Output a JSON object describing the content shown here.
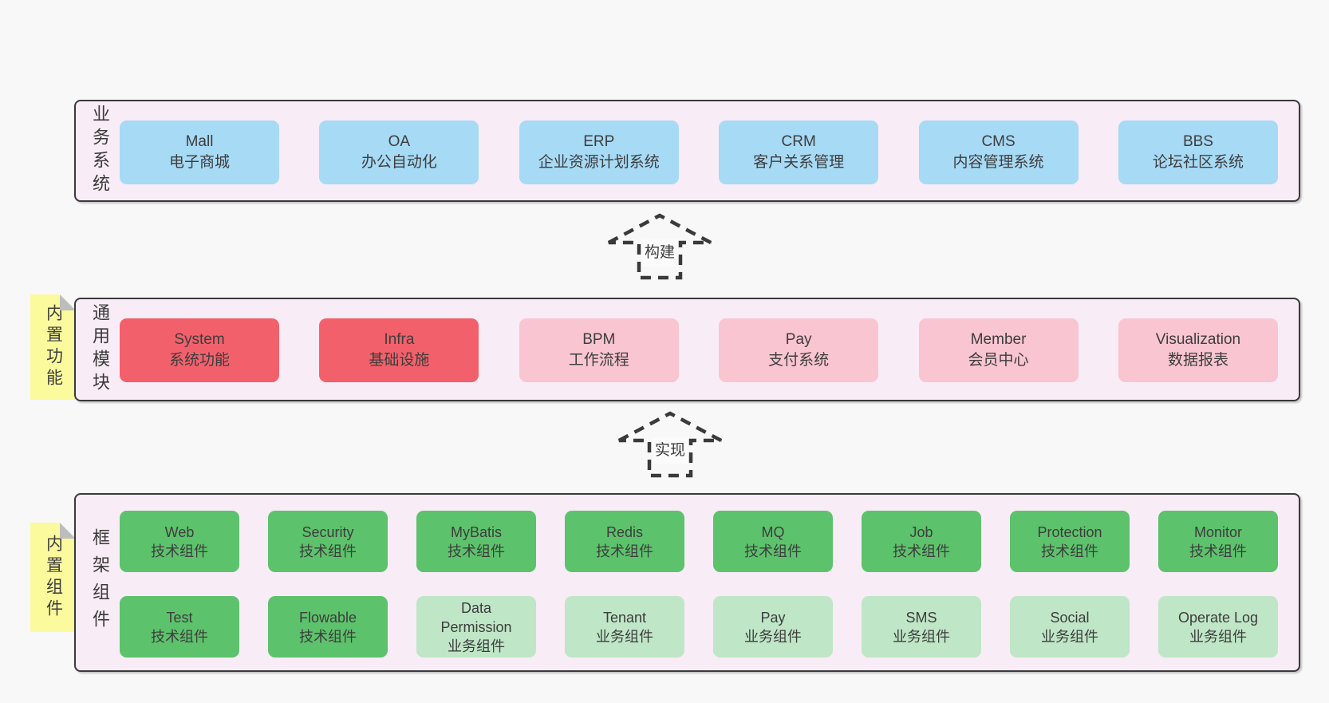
{
  "palette": {
    "page_bg": "#f8f8f8",
    "band_bg": "#f8ecf6",
    "band_border": "#3a3a3a",
    "blue_box": "#a7daf5",
    "red_box": "#f2616b",
    "pink_box": "#f9c5d1",
    "green_dark_box": "#5dc26c",
    "green_light_box": "#bfe6c6",
    "note_bg": "#fbfa9d",
    "note_fold": "#bdbdbd",
    "text": "#3d3d3d"
  },
  "arrows": [
    {
      "label": "构建"
    },
    {
      "label": "实现"
    }
  ],
  "notes": [
    {
      "label": "内置功能"
    },
    {
      "label": "内置组件"
    }
  ],
  "bands": [
    {
      "label": "业务系统",
      "boxes": [
        {
          "title": "Mall",
          "subtitle": "电子商城"
        },
        {
          "title": "OA",
          "subtitle": "办公自动化"
        },
        {
          "title": "ERP",
          "subtitle": "企业资源计划系统"
        },
        {
          "title": "CRM",
          "subtitle": "客户关系管理"
        },
        {
          "title": "CMS",
          "subtitle": "内容管理系统"
        },
        {
          "title": "BBS",
          "subtitle": "论坛社区系统"
        }
      ]
    },
    {
      "label": "通用模块",
      "boxes": [
        {
          "title": "System",
          "subtitle": "系统功能"
        },
        {
          "title": "Infra",
          "subtitle": "基础设施"
        },
        {
          "title": "BPM",
          "subtitle": "工作流程"
        },
        {
          "title": "Pay",
          "subtitle": "支付系统"
        },
        {
          "title": "Member",
          "subtitle": "会员中心"
        },
        {
          "title": "Visualization",
          "subtitle": "数据报表"
        }
      ]
    },
    {
      "label": "框架组件",
      "boxes": [
        {
          "title": "Web",
          "subtitle": "技术组件"
        },
        {
          "title": "Security",
          "subtitle": "技术组件"
        },
        {
          "title": "MyBatis",
          "subtitle": "技术组件"
        },
        {
          "title": "Redis",
          "subtitle": "技术组件"
        },
        {
          "title": "MQ",
          "subtitle": "技术组件"
        },
        {
          "title": "Job",
          "subtitle": "技术组件"
        },
        {
          "title": "Protection",
          "subtitle": "技术组件"
        },
        {
          "title": "Monitor",
          "subtitle": "技术组件"
        },
        {
          "title": "Test",
          "subtitle": "技术组件"
        },
        {
          "title": "Flowable",
          "subtitle": "技术组件"
        },
        {
          "title": "Data Permission",
          "subtitle": "业务组件"
        },
        {
          "title": "Tenant",
          "subtitle": "业务组件"
        },
        {
          "title": "Pay",
          "subtitle": "业务组件"
        },
        {
          "title": "SMS",
          "subtitle": "业务组件"
        },
        {
          "title": "Social",
          "subtitle": "业务组件"
        },
        {
          "title": "Operate Log",
          "subtitle": "业务组件"
        }
      ]
    }
  ]
}
